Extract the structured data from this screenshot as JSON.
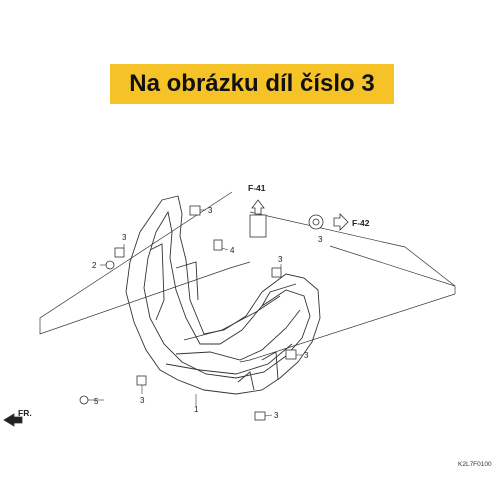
{
  "banner": {
    "text": "Na obrázku díl číslo 3"
  },
  "refs": {
    "f41": "F-41",
    "f42": "F-42",
    "fr": "FR."
  },
  "part_numbers": {
    "n1": "1",
    "n2": "2",
    "n3a": "3",
    "n3b": "3",
    "n3c": "3",
    "n3d": "3",
    "n3e": "3",
    "n3f": "3",
    "n3g": "3",
    "n4": "4",
    "n5": "5"
  },
  "diagram_code": "K2L7F0100",
  "colors": {
    "banner": "#f5c228",
    "line": "#333333"
  }
}
